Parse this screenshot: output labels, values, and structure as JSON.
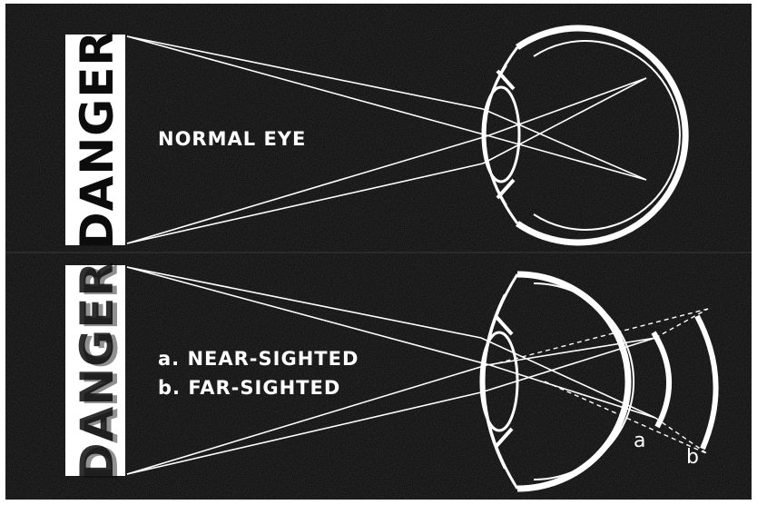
{
  "figure": {
    "top_sign": "DANGER",
    "bottom_sign": "DANGER",
    "normal_label": "NORMAL EYE",
    "near_label": "a. NEAR-SIGHTED",
    "far_label": "b. FAR-SIGHTED",
    "retina_a": "a",
    "retina_b": "b",
    "colors": {
      "background": "#0c0c0c",
      "ink": "#ffffff",
      "sign_text": "#0c0c0c"
    }
  }
}
